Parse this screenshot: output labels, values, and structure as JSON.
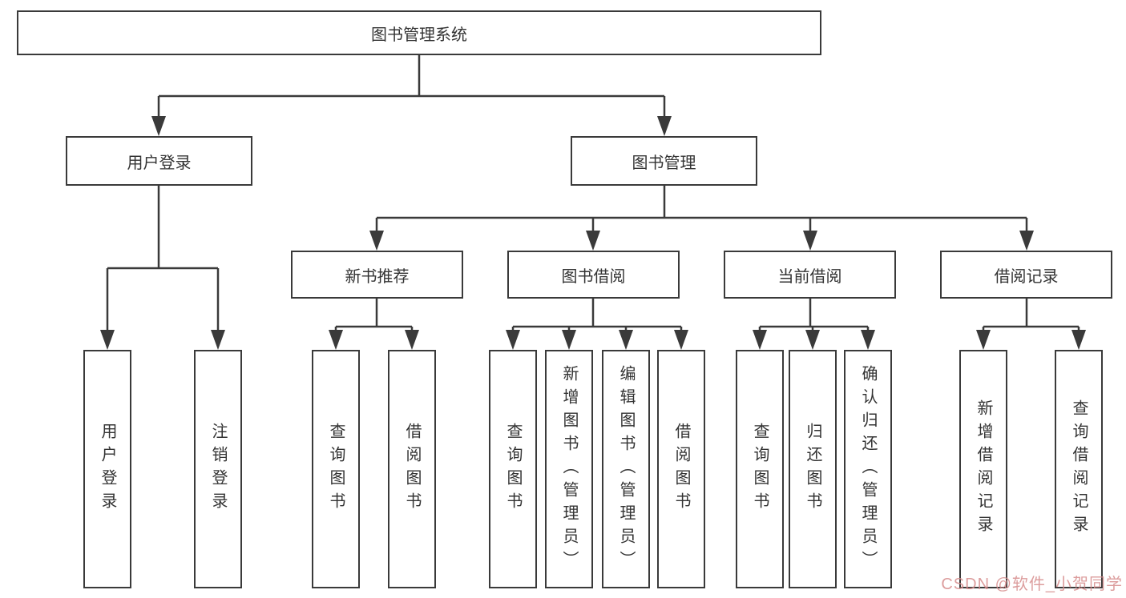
{
  "diagram_title": "图书管理系统",
  "tree": {
    "label": "图书管理系统",
    "children": [
      {
        "label": "用户登录",
        "children": [
          {
            "label": "用户登录"
          },
          {
            "label": "注销登录"
          }
        ]
      },
      {
        "label": "图书管理",
        "children": [
          {
            "label": "新书推荐",
            "children": [
              {
                "label": "查询图书"
              },
              {
                "label": "借阅图书"
              }
            ]
          },
          {
            "label": "图书借阅",
            "children": [
              {
                "label": "查询图书"
              },
              {
                "label": "新增图书（管理员）"
              },
              {
                "label": "编辑图书（管理员）"
              },
              {
                "label": "借阅图书"
              }
            ]
          },
          {
            "label": "当前借阅",
            "children": [
              {
                "label": "查询图书"
              },
              {
                "label": "归还图书"
              },
              {
                "label": "确认归还（管理员）"
              }
            ]
          },
          {
            "label": "借阅记录",
            "children": [
              {
                "label": "新增借阅记录"
              },
              {
                "label": "查询借阅记录"
              }
            ]
          }
        ]
      }
    ]
  },
  "watermark": {
    "text": "CSDN @软件_小贺同学"
  },
  "colors": {
    "line": "#3a3a3a",
    "text": "#333333",
    "background": "#ffffff",
    "watermark": "#d68c8c"
  }
}
